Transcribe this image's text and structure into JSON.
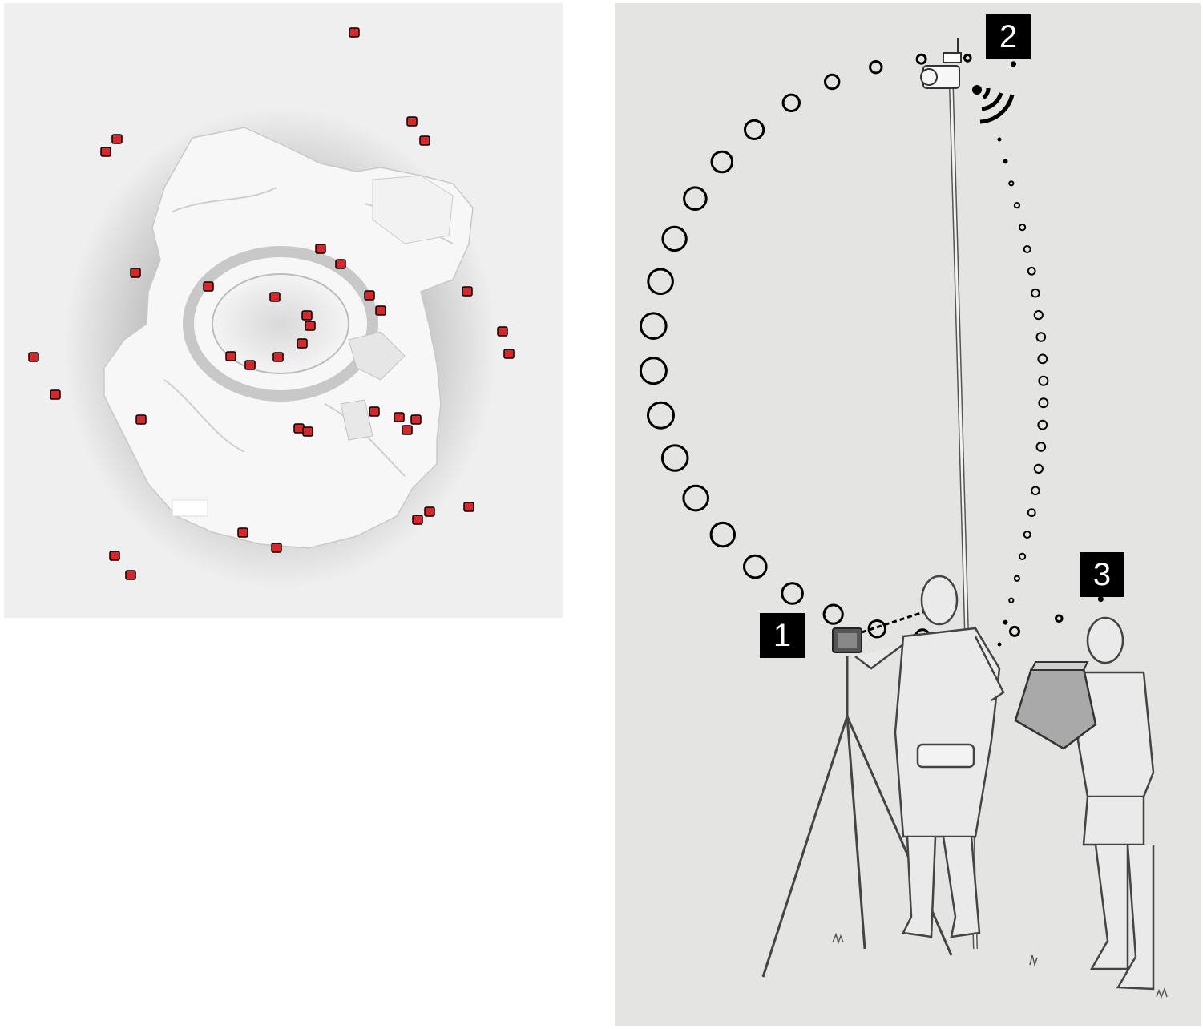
{
  "figure": {
    "left_panel": {
      "description_name": "site-model-with-camera-positions",
      "camera_marker_color": "#d8262a",
      "scale_bar_color": "#ffffff"
    },
    "right_panel": {
      "steps": [
        {
          "number": "1",
          "role": "handheld-camera-on-tripod"
        },
        {
          "number": "2",
          "role": "pole-mounted-camera"
        },
        {
          "number": "3",
          "role": "tablet-remote-viewer"
        }
      ],
      "icons": [
        "camera-icon",
        "wifi-icon",
        "tripod-icon",
        "pole-icon",
        "tablet-icon"
      ]
    }
  }
}
